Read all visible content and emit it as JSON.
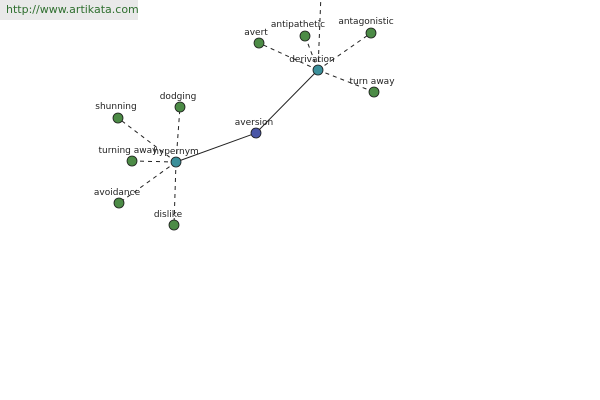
{
  "watermark": {
    "text": "http://www.artikata.com"
  },
  "graph": {
    "colors": {
      "center": "#4a56a6",
      "hub": "#3b8f9a",
      "leaf": "#4c8b46",
      "edge": "#222222"
    },
    "nodes": [
      {
        "id": "aversion",
        "label": "aversion",
        "kind": "center"
      },
      {
        "id": "hypernym",
        "label": "hypernym",
        "kind": "hub"
      },
      {
        "id": "derivation",
        "label": "derivation",
        "kind": "hub"
      },
      {
        "id": "shunning",
        "label": "shunning",
        "kind": "leaf"
      },
      {
        "id": "dodging",
        "label": "dodging",
        "kind": "leaf"
      },
      {
        "id": "turning-away",
        "label": "turning away",
        "kind": "leaf"
      },
      {
        "id": "avoidance",
        "label": "avoidance",
        "kind": "leaf"
      },
      {
        "id": "dislike",
        "label": "dislike",
        "kind": "leaf"
      },
      {
        "id": "avert",
        "label": "avert",
        "kind": "leaf"
      },
      {
        "id": "antipathetic",
        "label": "antipathetic",
        "kind": "leaf"
      },
      {
        "id": "antagonistic",
        "label": "antagonistic",
        "kind": "leaf"
      },
      {
        "id": "turn-away",
        "label": "turn away",
        "kind": "leaf"
      },
      {
        "id": "offscreen-top",
        "label": "",
        "kind": "leaf"
      }
    ],
    "edges": [
      {
        "from": "aversion",
        "to": "hypernym",
        "style": "solid"
      },
      {
        "from": "aversion",
        "to": "derivation",
        "style": "solid"
      },
      {
        "from": "hypernym",
        "to": "shunning",
        "style": "dashed"
      },
      {
        "from": "hypernym",
        "to": "dodging",
        "style": "dashed"
      },
      {
        "from": "hypernym",
        "to": "turning-away",
        "style": "dashed"
      },
      {
        "from": "hypernym",
        "to": "avoidance",
        "style": "dashed"
      },
      {
        "from": "hypernym",
        "to": "dislike",
        "style": "dashed"
      },
      {
        "from": "derivation",
        "to": "avert",
        "style": "dashed"
      },
      {
        "from": "derivation",
        "to": "antipathetic",
        "style": "dashed"
      },
      {
        "from": "derivation",
        "to": "antagonistic",
        "style": "dashed"
      },
      {
        "from": "derivation",
        "to": "turn-away",
        "style": "dashed"
      },
      {
        "from": "derivation",
        "to": "offscreen-top",
        "style": "dashed"
      }
    ]
  }
}
